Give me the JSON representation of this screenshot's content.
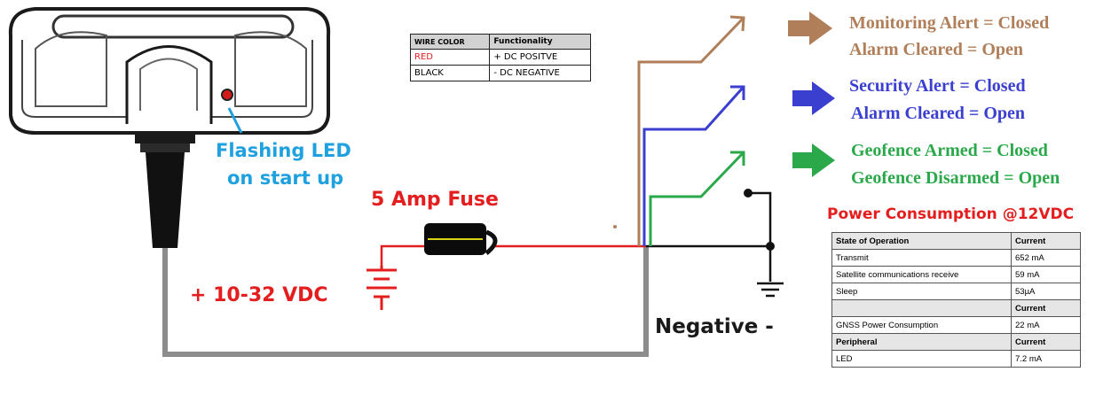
{
  "device": {
    "led_label_line1": "Flashing LED",
    "led_label_line2": "on start up"
  },
  "fuse_label": "5 Amp Fuse",
  "voltage_label": "+ 10-32 VDC",
  "negative_label": "Negative -",
  "colors": {
    "red_wire": "#e41e1e",
    "gray_wire": "#8c8c8c",
    "brown_wire": "#b07f5a",
    "blue_wire": "#3a3fd0",
    "green_wire": "#2aa84a",
    "led_label": "#1fa0df"
  },
  "wire_table": {
    "headers": [
      "WIRE COLOR",
      "Functionality"
    ],
    "rows": [
      {
        "color": "RED",
        "function": "+ DC POSITVE"
      },
      {
        "color": "BLACK",
        "function": "- DC NEGATIVE"
      }
    ]
  },
  "outputs": [
    {
      "line1": "Monitoring Alert = Closed",
      "line2": "Alarm Cleared = Open"
    },
    {
      "line1": "Security Alert = Closed",
      "line2": "Alarm Cleared = Open"
    },
    {
      "line1": "Geofence Armed = Closed",
      "line2": "Geofence Disarmed = Open"
    }
  ],
  "power": {
    "title": "Power Consumption @12VDC",
    "rows": [
      {
        "state": "State of Operation",
        "current": "Current",
        "header": true
      },
      {
        "state": "Transmit",
        "current": "652 mA",
        "header": false
      },
      {
        "state": "Satellite communications receive",
        "current": "59 mA",
        "header": false
      },
      {
        "state": "Sleep",
        "current": "53µA",
        "header": false
      },
      {
        "state": "",
        "current": "Current",
        "header": true
      },
      {
        "state": "GNSS Power Consumption",
        "current": "22 mA",
        "header": false
      },
      {
        "state": "Peripheral",
        "current": "Current",
        "header": true
      },
      {
        "state": "LED",
        "current": "7.2 mA",
        "header": false
      }
    ]
  }
}
